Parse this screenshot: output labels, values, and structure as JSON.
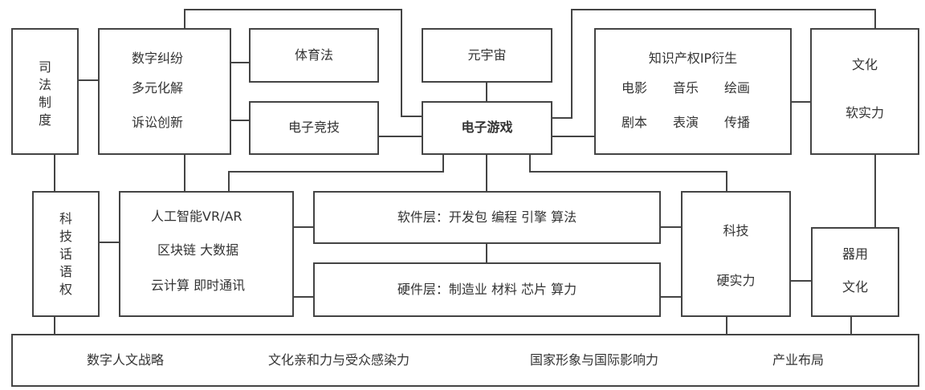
{
  "legal": {
    "title": "司法制度"
  },
  "digital": {
    "lines": [
      "数字纠纷",
      "多元化解",
      "诉讼创新"
    ]
  },
  "sports_law": {
    "label": "体育法"
  },
  "esports": {
    "label": "电子竞技"
  },
  "metaverse": {
    "label": "元宇宙"
  },
  "games": {
    "label": "电子游戏"
  },
  "ip": {
    "title": "知识产权IP衍生",
    "row1": [
      "电影",
      "音乐",
      "绘画"
    ],
    "row2": [
      "剧本",
      "表演",
      "传播"
    ]
  },
  "soft_power": {
    "line1": "文化",
    "line2": "软实力"
  },
  "tech_discourse": {
    "title": "科技话语权"
  },
  "ai": {
    "lines": [
      "人工智能VR/AR",
      "区块链  大数据",
      "云计算  即时通讯"
    ]
  },
  "software": {
    "label": "软件层：开发包  编程  引擎  算法"
  },
  "hardware": {
    "label": "硬件层：制造业  材料  芯片  算力"
  },
  "hard_power": {
    "line1": "科技",
    "line2": "硬实力"
  },
  "utility": {
    "line1": "器用",
    "line2": "文化"
  },
  "bottom": {
    "items": [
      "数字人文战略",
      "文化亲和力与受众感染力",
      "国家形象与国际影响力",
      "产业布局"
    ]
  }
}
